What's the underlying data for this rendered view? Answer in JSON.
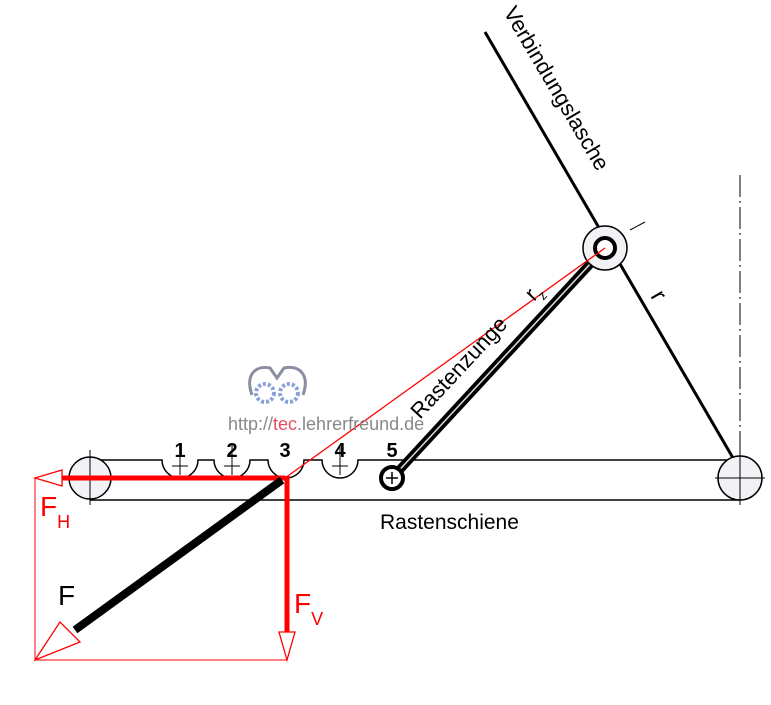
{
  "labels": {
    "verbindungslasche": "Verbindungslasche",
    "rastenzunge": "Rastenzunge",
    "rz_main": "r",
    "rz_sub": "z",
    "r": "r",
    "rastenschiene": "Rastenschiene",
    "f": "F",
    "fh_main": "F",
    "fh_sub": "H",
    "fv_main": "F",
    "fv_sub": "V"
  },
  "notches": [
    "1",
    "2",
    "3",
    "4",
    "5"
  ],
  "watermark": {
    "prefix": "http://",
    "highlight": "tec",
    "suffix": ".lehrerfreund.de"
  },
  "colors": {
    "force": "#ff0000",
    "line": "#000000",
    "watermark_gray": "#888888",
    "watermark_red": "#e05060"
  }
}
